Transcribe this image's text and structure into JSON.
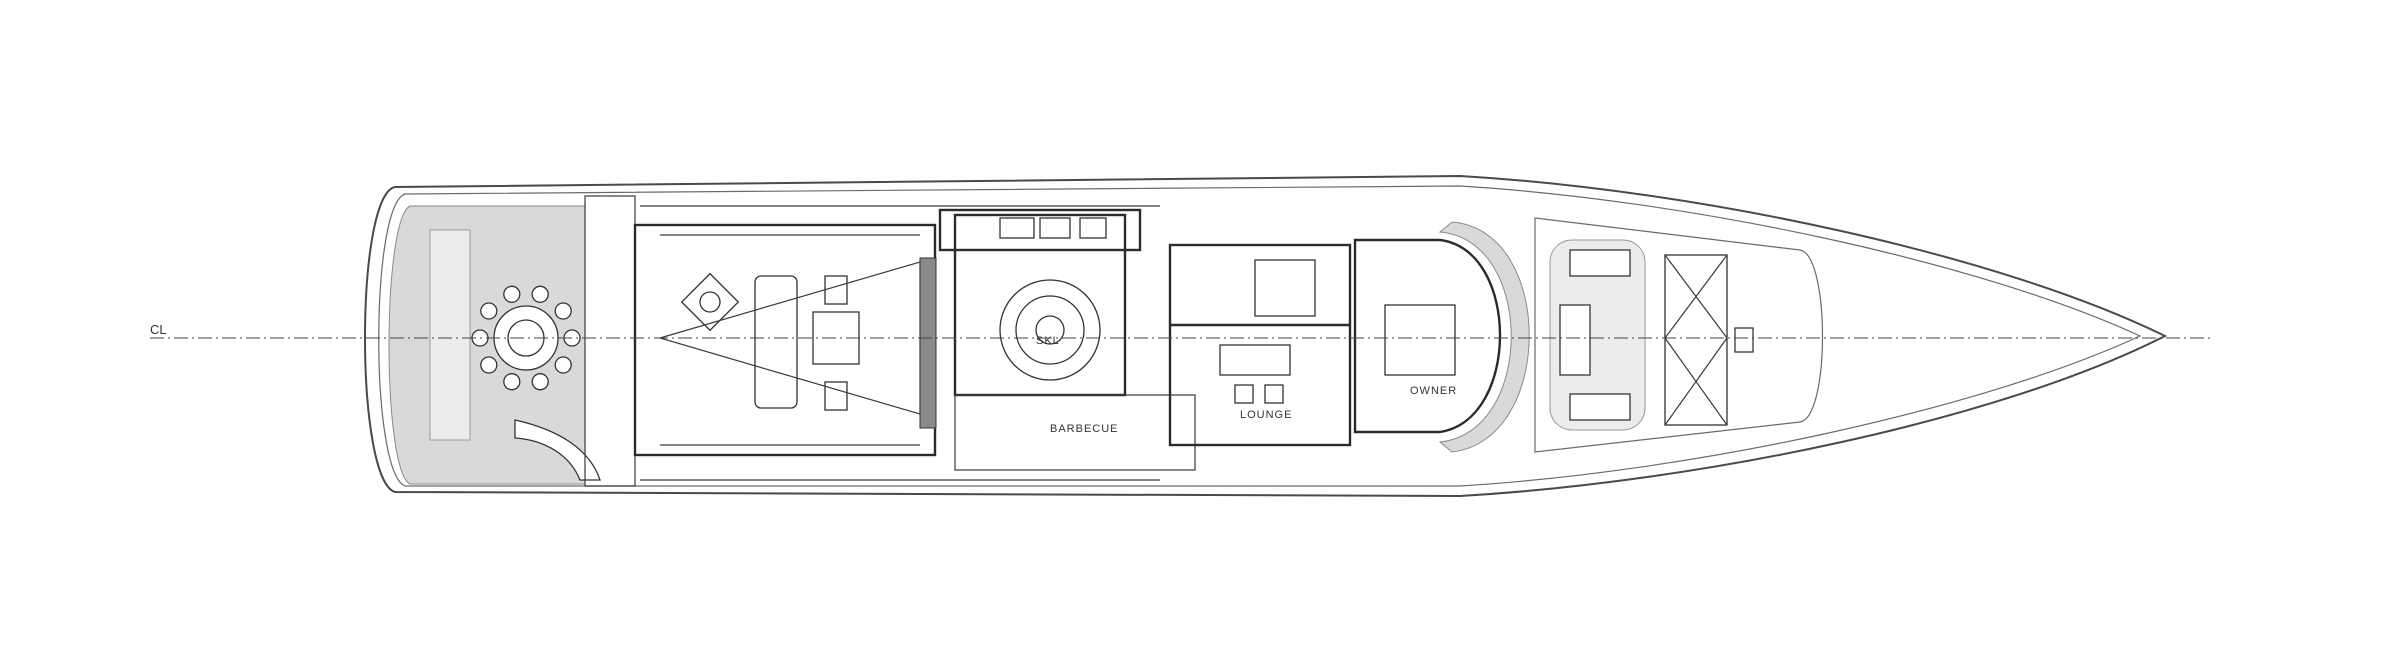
{
  "labels": {
    "centerline": "CL",
    "stair_mark": "SKL",
    "room_lower_center": "BARBECUE",
    "room_office": "LOUNGE",
    "room_forward": "OWNER"
  }
}
